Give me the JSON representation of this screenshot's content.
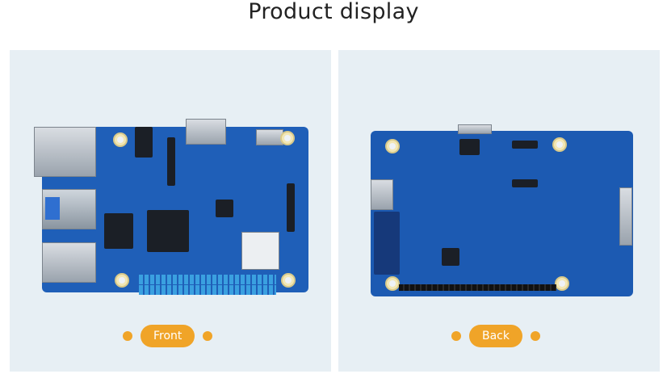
{
  "page": {
    "title": "Product display"
  },
  "panels": [
    {
      "label": "Front",
      "image": "board-front-view"
    },
    {
      "label": "Back",
      "image": "board-back-view"
    }
  ],
  "colors": {
    "accent": "#f0a428",
    "panel_bg": "#e7eff4",
    "board": "#1f5fb8"
  }
}
